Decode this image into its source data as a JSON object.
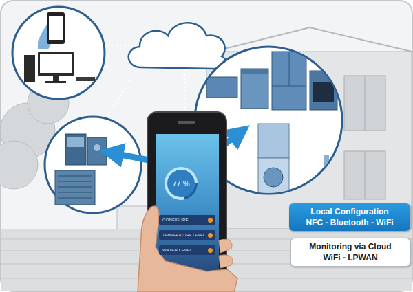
{
  "diagram": {
    "nodes": [
      {
        "text": [
          "77 %"
        ]
      },
      {
        "text": [
          "CONFIGURE"
        ]
      },
      {
        "text": [
          "TEMPERATURE LEVEL"
        ]
      },
      {
        "text": [
          "WATER LEVEL"
        ]
      },
      {
        "text": [
          "Local Configuration",
          "NFC - Bluetooth - WiFi"
        ]
      },
      {
        "text": [
          "Monitoring via Cloud",
          "WiFi - LPWAN"
        ]
      }
    ]
  }
}
